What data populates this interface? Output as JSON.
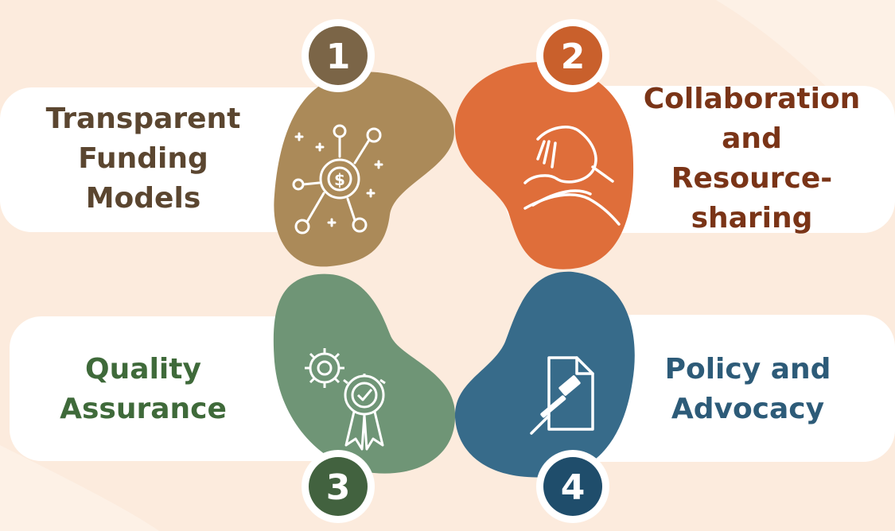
{
  "colors": {
    "background": "#fcebdd",
    "card": "#ffffff",
    "item1": "#ab8a59",
    "item1_badge": "#7b6547",
    "item1_text": "#5b4630",
    "item2": "#df6e3a",
    "item2_badge": "#c9602c",
    "item2_text": "#7a3417",
    "item3": "#6f9576",
    "item3_badge": "#42623f",
    "item3_text": "#3f6a3a",
    "item4": "#376b8a",
    "item4_badge": "#1f4d6b",
    "item4_text": "#2d5b78"
  },
  "items": [
    {
      "number": "1",
      "label": "Transparent\nFunding\nModels",
      "icon": "funding-flow-icon"
    },
    {
      "number": "2",
      "label": "Collaboration\nand Resource-\nsharing",
      "icon": "handshake-icon"
    },
    {
      "number": "3",
      "label": "Quality\nAssurance",
      "icon": "gear-badge-icon"
    },
    {
      "number": "4",
      "label": "Policy and\nAdvocacy",
      "icon": "document-gavel-icon"
    }
  ]
}
